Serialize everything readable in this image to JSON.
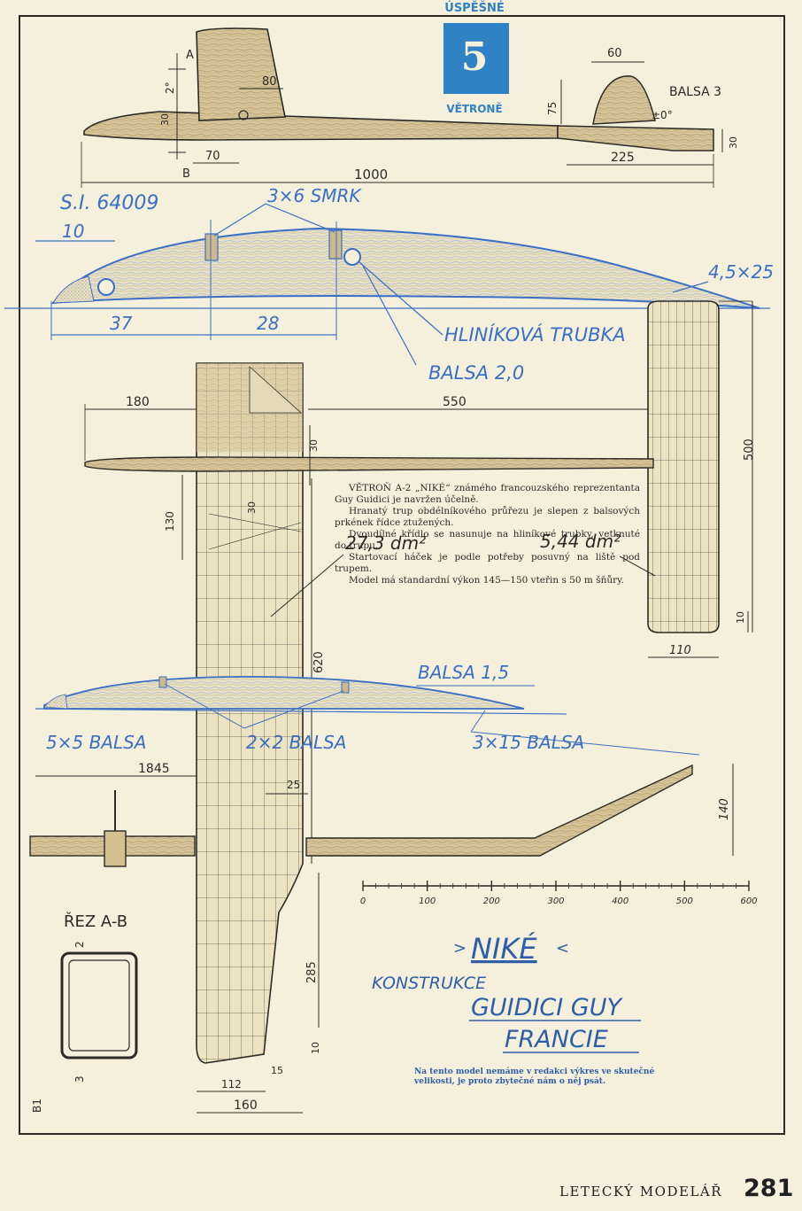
{
  "colors": {
    "paper": "#f4f0dc",
    "ink": "#2b2a26",
    "blue": "#3a6fc4",
    "badge": "#2f82c4",
    "wood": "#cdb98c",
    "woodDark": "#a88e5c"
  },
  "header": {
    "top_label": "ÚSPĚŠNÉ",
    "badge_number": "5",
    "badge_label": "VĚTRONĚ"
  },
  "side_view": {
    "dims": [
      "A",
      "B",
      "2°",
      "30",
      "80",
      "70",
      "1000",
      "75",
      "60",
      "±0°",
      "225",
      "30"
    ],
    "balsa_label": "BALSA 3"
  },
  "airfoil": {
    "profile": "S.I. 64009",
    "spar": "3×6 SMRK",
    "tube": "HLINÍKOVÁ TRUBKA",
    "balsa": "BALSA 2,0",
    "te": "4,5×25",
    "dims": [
      "10",
      "37",
      "28"
    ]
  },
  "top_view": {
    "dims": [
      "180",
      "550",
      "30",
      "500",
      "130",
      "30",
      "620",
      "10",
      "110",
      "25",
      "285",
      "10",
      "15",
      "112",
      "160"
    ],
    "wing_area": "27,3 dm²",
    "tail_area": "5,44 dm²"
  },
  "description": [
    "VĚTROŇ A-2 „NIKÉ“ známého francouzského reprezentanta Guy Guidici je navržen účelně.",
    "Hranatý trup obdélníkového průřezu je slepen z balsových prkének řídce ztužených.",
    "Dvoudílné křídlo se nasunuje na hliníkové trubky, vetknuté do trupu.",
    "Startovací háček je podle potřeby posuvný na liště pod trupem.",
    "Model má standardní výkon 145—150 vteřin s 50 m šňůry."
  ],
  "tail_section": {
    "labels": [
      "BALSA 1,5",
      "5×5 BALSA",
      "2×2 BALSA",
      "3×15 BALSA"
    ],
    "dims": [
      "1845",
      "140"
    ]
  },
  "scale": {
    "ticks": [
      "0",
      "100",
      "200",
      "300",
      "400",
      "500",
      "600"
    ]
  },
  "section": {
    "title": "ŘEZ A-B",
    "dims": [
      "2",
      "3"
    ]
  },
  "title_block": {
    "name": "NIKÉ",
    "subtitle": "KONSTRUKCE",
    "author": "GUIDICI GUY",
    "country": "FRANCIE"
  },
  "note": "Na tento model nemáme v redakci výkres ve skutečné velikosti, je proto zbytečné nám o něj psát.",
  "signature": "B1",
  "footer": {
    "magazine": "LETECKÝ MODELÁŘ",
    "page": "281"
  }
}
